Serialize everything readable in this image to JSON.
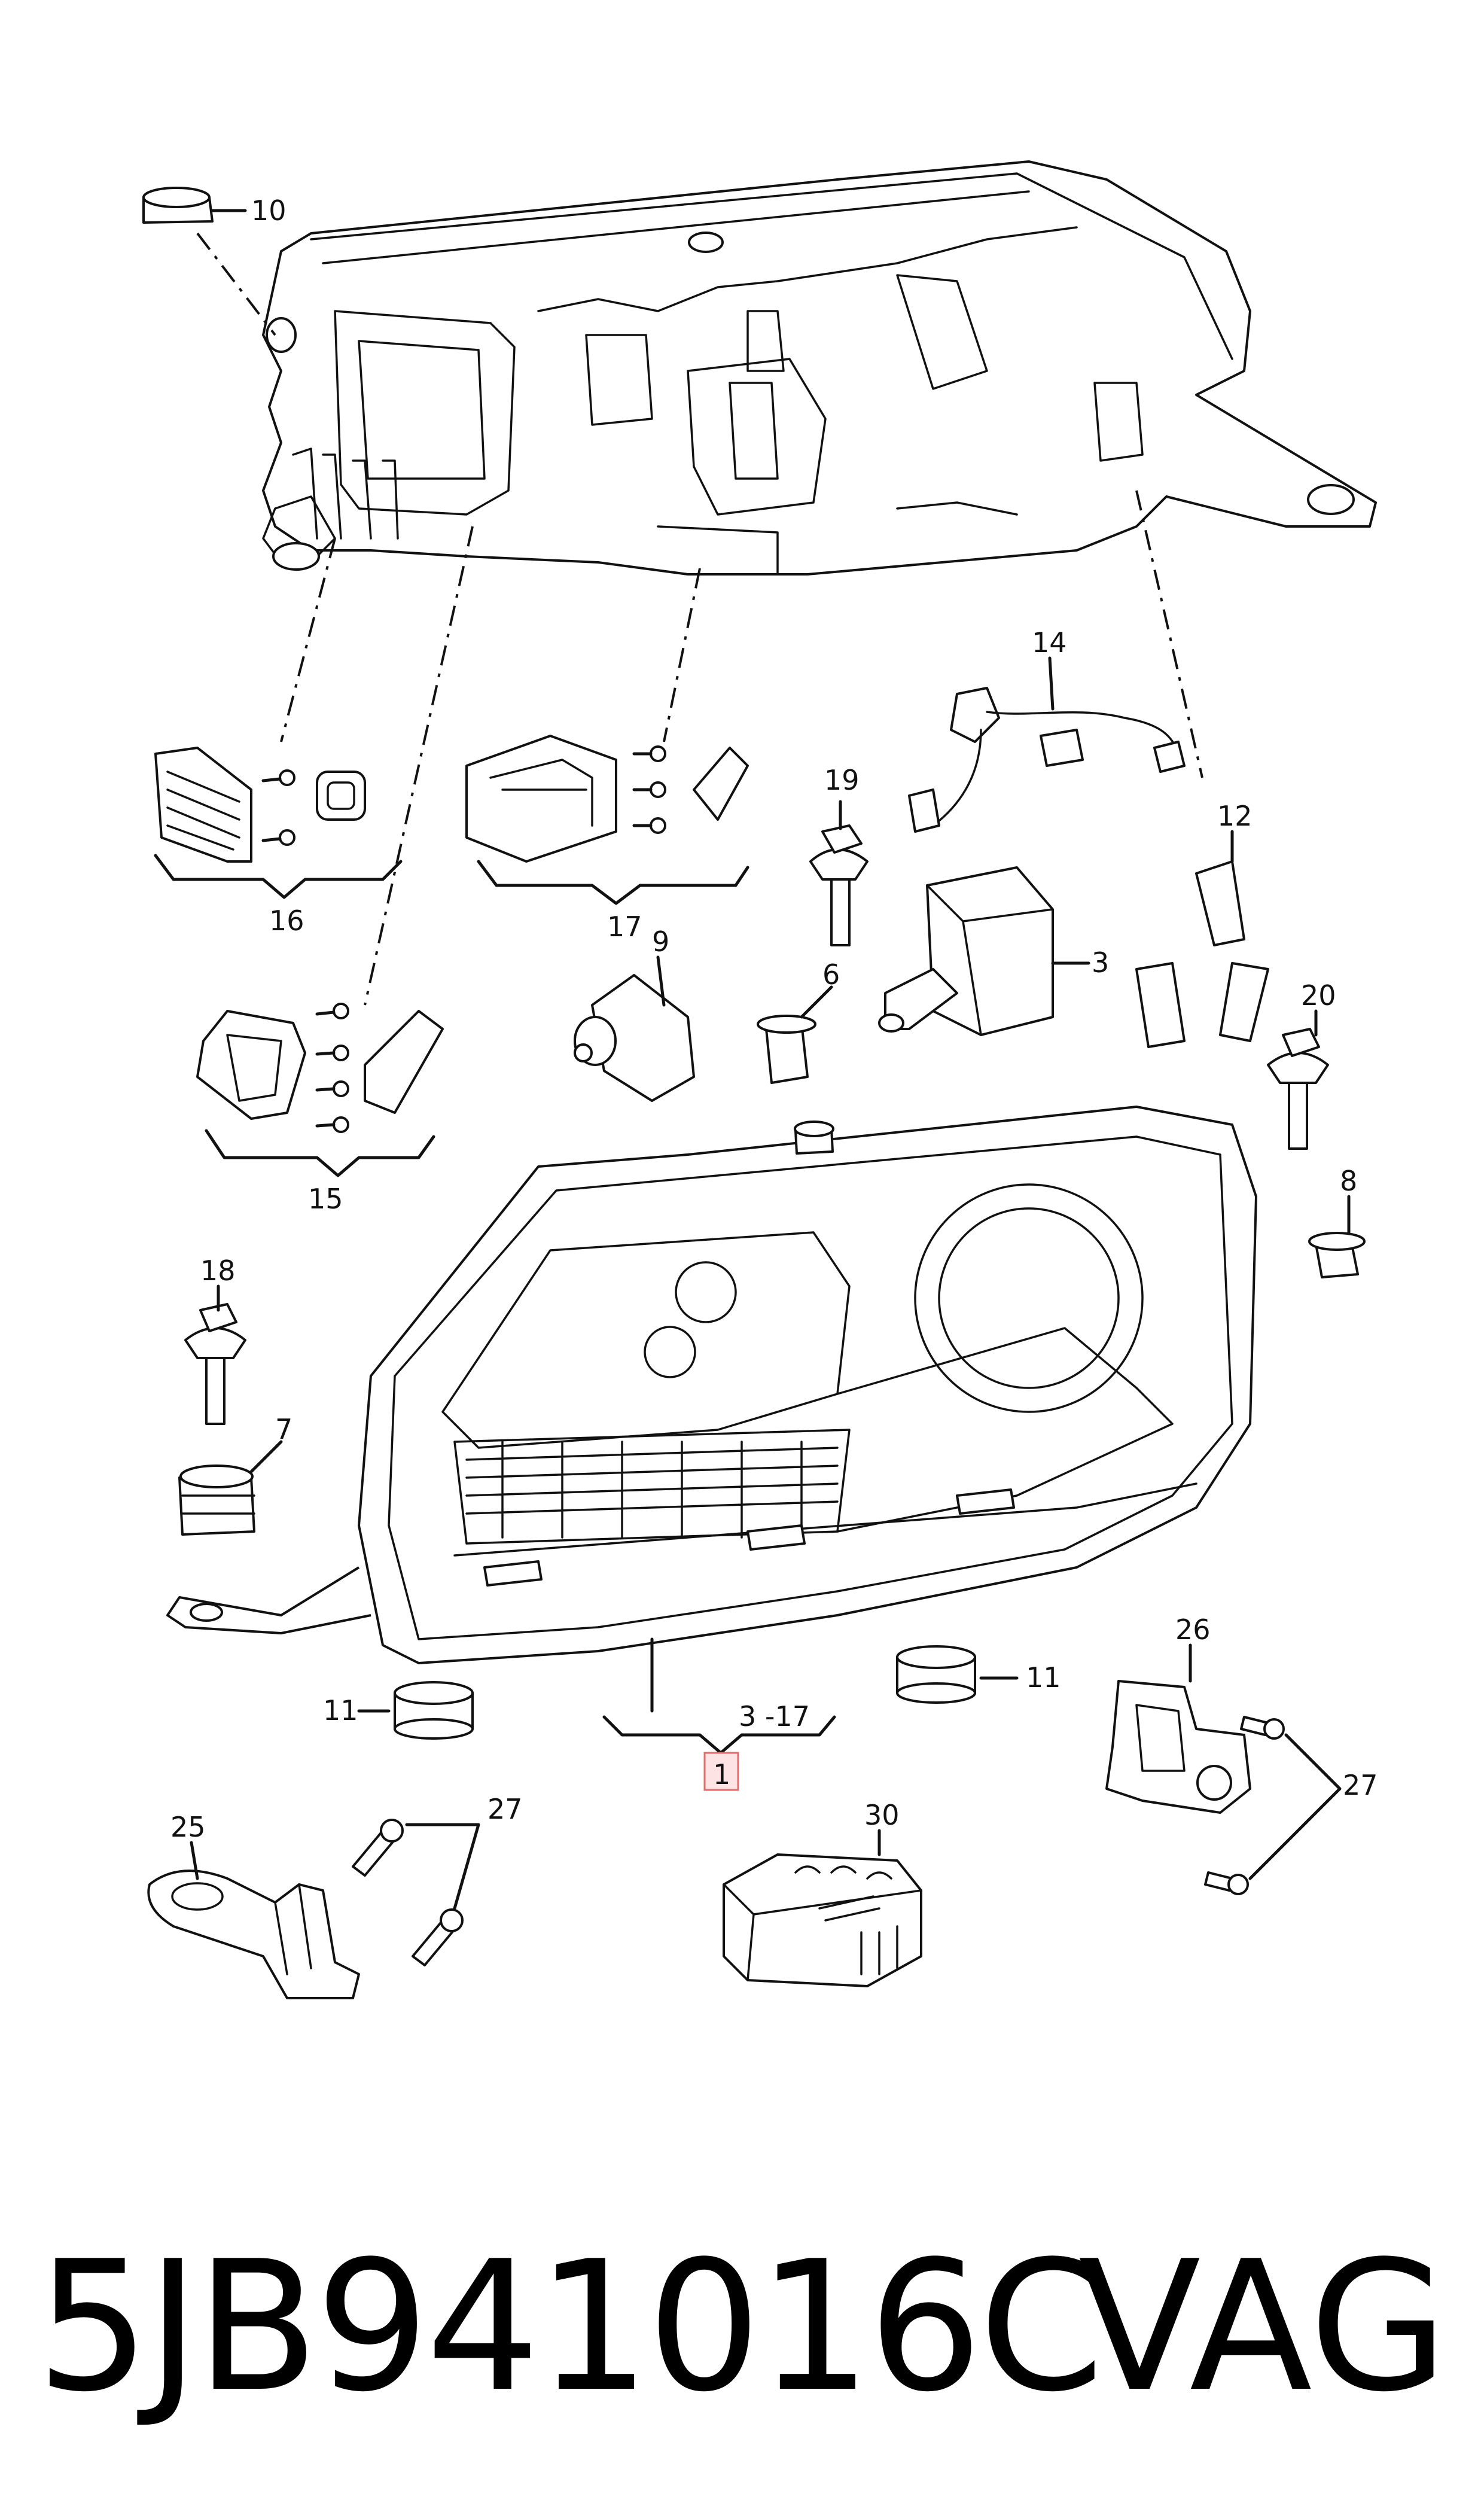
{
  "callouts": {
    "c10": "10",
    "c14": "14",
    "c12": "12",
    "c19": "19",
    "c16": "16",
    "c17": "17",
    "c9": "9",
    "c6": "6",
    "c3": "3",
    "c20": "20",
    "c15": "15",
    "c8": "8",
    "c18": "18",
    "c7": "7",
    "c11a": "11",
    "c11b": "11",
    "c26": "26",
    "c27a": "27",
    "c27b": "27",
    "c25": "25",
    "c30": "30",
    "c3_17": "3 -17",
    "c1": "1"
  },
  "footer": {
    "part_number": "5JB941016C",
    "brand": "VAG"
  },
  "colors": {
    "line": "#111111",
    "highlight_fill": "#fde3e3",
    "highlight_stroke": "#e26b6b"
  }
}
